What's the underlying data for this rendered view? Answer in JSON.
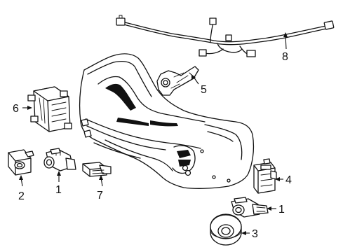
{
  "parts": [
    {
      "id": "p1a",
      "callout": "1",
      "icon": "ultrasonic-sensor"
    },
    {
      "id": "p1b",
      "callout": "1",
      "icon": "ultrasonic-sensor"
    },
    {
      "id": "p2",
      "callout": "2",
      "icon": "sensor-retainer"
    },
    {
      "id": "p3",
      "callout": "3",
      "icon": "sensor-bezel"
    },
    {
      "id": "p4",
      "callout": "4",
      "icon": "sensor-bracket"
    },
    {
      "id": "p5",
      "callout": "5",
      "icon": "camera-bracket"
    },
    {
      "id": "p6",
      "callout": "6",
      "icon": "radar-control-module"
    },
    {
      "id": "p7",
      "callout": "7",
      "icon": "sensor-connector"
    },
    {
      "id": "p8",
      "callout": "8",
      "icon": "wire-harness"
    }
  ],
  "assembly": {
    "icon": "front-bumper-cover"
  }
}
